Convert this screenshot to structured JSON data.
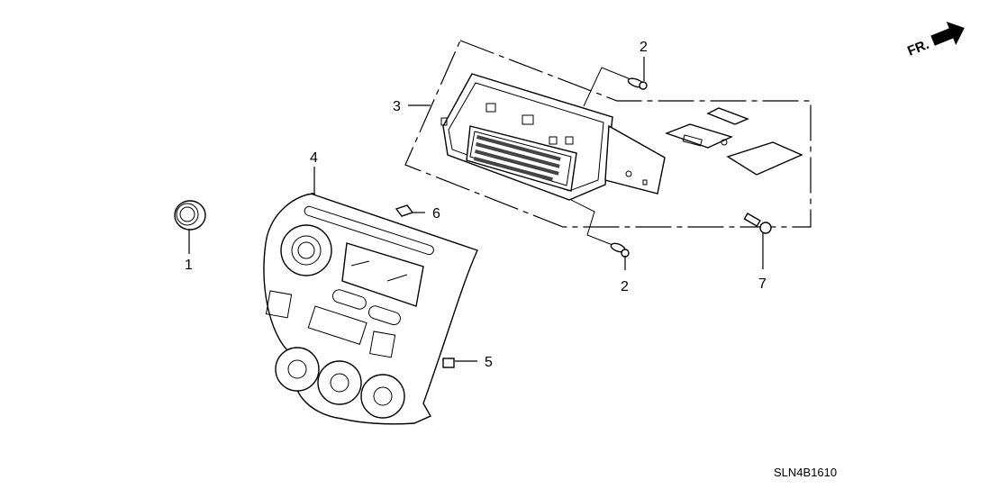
{
  "diagram": {
    "diagram_code": "SLN4B1610",
    "direction_indicator": "FR.",
    "callouts": [
      {
        "id": "1",
        "label": "1"
      },
      {
        "id": "2a",
        "label": "2"
      },
      {
        "id": "2b",
        "label": "2"
      },
      {
        "id": "3",
        "label": "3"
      },
      {
        "id": "4",
        "label": "4"
      },
      {
        "id": "5",
        "label": "5"
      },
      {
        "id": "6",
        "label": "6"
      },
      {
        "id": "7",
        "label": "7"
      }
    ]
  },
  "colors": {
    "line": "#000000",
    "background": "#ffffff"
  }
}
